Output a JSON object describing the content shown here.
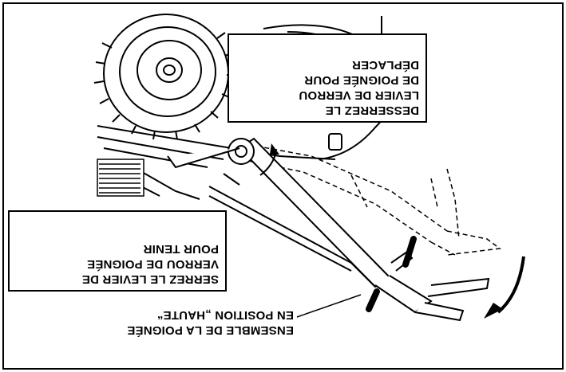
{
  "labels": {
    "loosen": [
      "DESSERREZ LE",
      "LEVIER DE VERROU",
      "DE POIGNÉE POUR",
      "DÉPLACER"
    ],
    "tighten": [
      "SERREZ LE LEVIER DE",
      "VERROU DE POIGNÉE",
      "POUR TENIR"
    ],
    "assembly": [
      "ENSEMBLE DE LA POIGNÉE",
      "EN POSITION „HAUTE“"
    ]
  },
  "orientation": "upside-down",
  "colors": {
    "line": "#000000",
    "background": "#ffffff"
  }
}
